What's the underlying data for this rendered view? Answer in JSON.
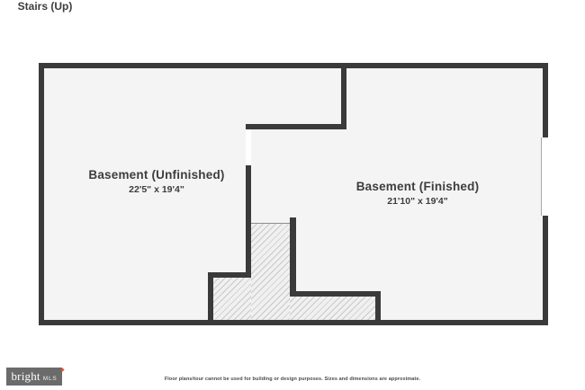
{
  "plan": {
    "rooms": {
      "unfinished": {
        "label": "Basement (Unfinished)",
        "dims": "22'5\" x 19'4\""
      },
      "finished": {
        "label": "Basement (Finished)",
        "dims": "21'10\" x 19'4\""
      },
      "stairs": {
        "label": "Stairs (Up)"
      }
    },
    "features": {
      "window": "window-right-wall",
      "door_opening": "opening-between-rooms"
    }
  },
  "footer": {
    "logo_brand": "bright",
    "logo_mls": "MLS",
    "disclaimer": "Floor plans/tour cannot be used for building or design purposes. Sizes and dimensions are approximate."
  },
  "colors": {
    "wall": "#3a3a3a",
    "floor": "#f4f4f4",
    "hatch_background": "#f0f0f0",
    "hatch_line": "#c9c9c9",
    "label_text": "#3d3d3d",
    "logo_background": "#6b6b6b",
    "logo_accent": "#e2532f",
    "page_background": "#ffffff"
  }
}
